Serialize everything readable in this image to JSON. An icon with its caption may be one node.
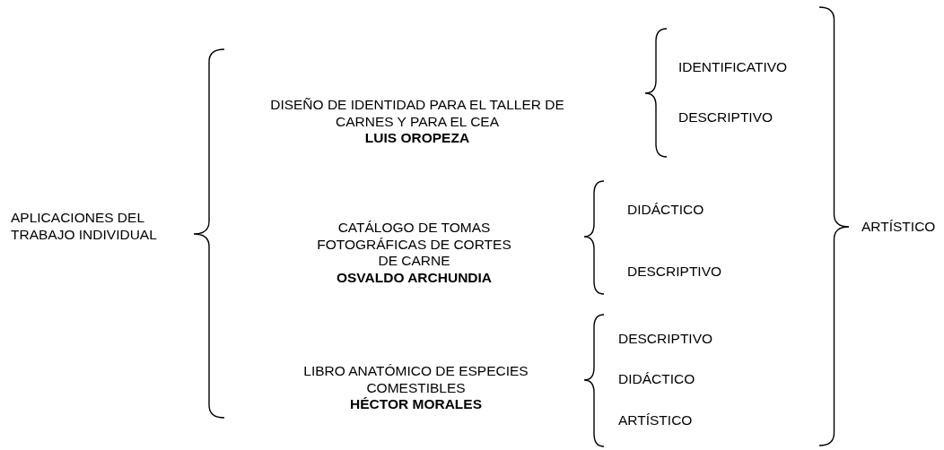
{
  "diagram": {
    "labels": [
      "APLICACIONES DEL TRABAJO INDIVIDUAL",
      "DISEÑO DE IDENTIDAD PARA EL TALLER DE CARNES Y PARA EL CEA **LUIS OROPEZA**",
      "IDENTIFICATIVO",
      "DESCRIPTIVO",
      "DIDÁCTICO",
      "CATÁLOGO DE TOMAS FOTOGRÁFICAS DE CORTES DE CARNE **OSVALDO ARCHUNDIA**",
      "ARTÍSTICO",
      "DESCRIPTIVO",
      "DESCRIPTIVO",
      "LIBRO ANATÓMICO DE ESPECIES COMESTIBLES **HÉCTOR MORALES**",
      "DIDÁCTICO",
      "ARTÍSTICO"
    ]
  }
}
